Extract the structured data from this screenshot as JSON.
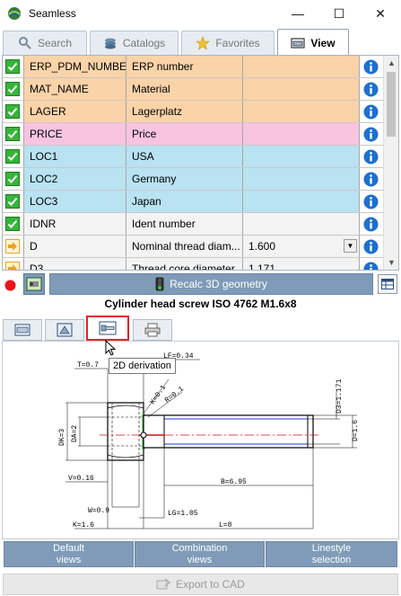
{
  "window": {
    "title": "Seamless",
    "minimize": "—",
    "maximize": "☐",
    "close": "✕"
  },
  "tabs": [
    {
      "label": "Search",
      "active": false
    },
    {
      "label": "Catalogs",
      "active": false
    },
    {
      "label": "Favorites",
      "active": false
    },
    {
      "label": "View",
      "active": true
    }
  ],
  "colors": {
    "orange_row": "#fbd3a9",
    "pink_row": "#f8c4df",
    "blue_row": "#b9e2f2",
    "gray_row": "#f3f3f3",
    "accent": "#7f9bb7",
    "info": "#1d6fd1",
    "check": "#37b43a",
    "arrow": "#f0a020",
    "highlight": "#e32424"
  },
  "properties": [
    {
      "name": "ERP_PDM_NUMBER",
      "description": "ERP number",
      "value": "",
      "state": "check",
      "bg": "orange_row",
      "dropdown": false
    },
    {
      "name": "MAT_NAME",
      "description": "Material",
      "value": "",
      "state": "check",
      "bg": "orange_row",
      "dropdown": false
    },
    {
      "name": "LAGER",
      "description": "Lagerplatz",
      "value": "",
      "state": "check",
      "bg": "orange_row",
      "dropdown": false
    },
    {
      "name": "PRICE",
      "description": "Price",
      "value": "",
      "state": "check",
      "bg": "pink_row",
      "dropdown": false
    },
    {
      "name": "LOC1",
      "description": "USA",
      "value": "",
      "state": "check",
      "bg": "blue_row",
      "dropdown": false
    },
    {
      "name": "LOC2",
      "description": "Germany",
      "value": "",
      "state": "check",
      "bg": "blue_row",
      "dropdown": false
    },
    {
      "name": "LOC3",
      "description": "Japan",
      "value": "",
      "state": "check",
      "bg": "blue_row",
      "dropdown": false
    },
    {
      "name": "IDNR",
      "description": "Ident number",
      "value": "",
      "state": "check",
      "bg": "gray_row",
      "dropdown": false
    },
    {
      "name": "D",
      "description": "Nominal thread diam...",
      "value": "1.600",
      "state": "arrow",
      "bg": "gray_row",
      "dropdown": true
    },
    {
      "name": "D3",
      "description": "Thread core diameter",
      "value": "1.171",
      "state": "arrow",
      "bg": "gray_row",
      "dropdown": false
    }
  ],
  "recalc": {
    "label": "Recalc 3D geometry"
  },
  "part": {
    "title": "Cylinder head screw ISO 4762 M1.6x8"
  },
  "view_tabs": [
    {
      "icon": "2d-view-icon",
      "active": false
    },
    {
      "icon": "3d-view-icon",
      "active": false
    },
    {
      "icon": "2d-derivation-icon",
      "active": true
    },
    {
      "icon": "print-icon",
      "active": false
    }
  ],
  "tooltip": {
    "text": "2D derivation"
  },
  "dimensions": {
    "lf": "LF=0.34",
    "t": "T=0.7",
    "k": "K=0.1",
    "r": "R=0.1",
    "dk": "DK=3",
    "da": "DA=2",
    "d3": "D3=1.171",
    "d": "D=1.6",
    "v": "V=0.16",
    "b": "B=6.95",
    "w": "W=0.9",
    "lg": "LG=1.05",
    "k2": "K=1.6",
    "l": "L=8"
  },
  "bottom_buttons": [
    {
      "line1": "Default",
      "line2": "views"
    },
    {
      "line1": "Combination",
      "line2": "views"
    },
    {
      "line1": "Linestyle",
      "line2": "selection"
    }
  ],
  "export": {
    "label": "Export to CAD"
  }
}
